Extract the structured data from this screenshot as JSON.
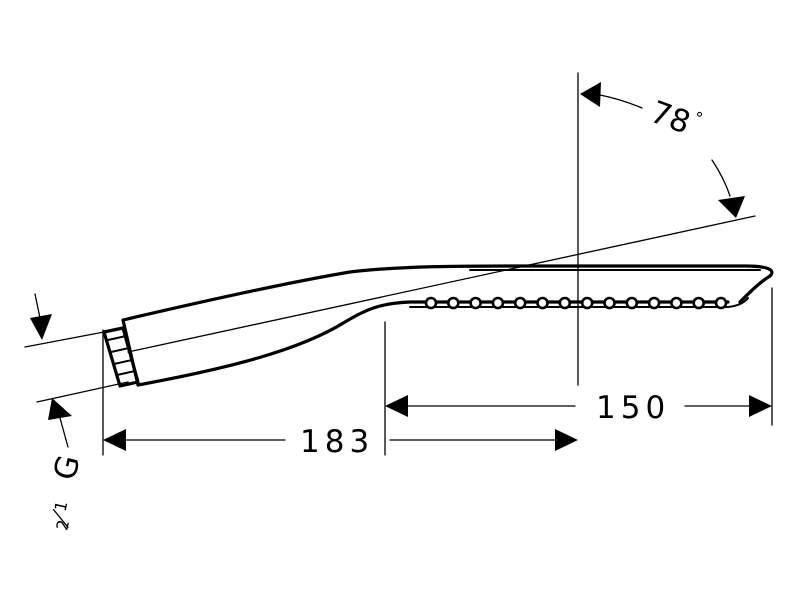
{
  "dimensions": {
    "overall_length": "183",
    "spray_face_length": "150",
    "angle_value": "78",
    "angle_unit": "°",
    "thread_letter": "G",
    "thread_num": "1",
    "thread_den": "2"
  },
  "nozzle_count": 14
}
